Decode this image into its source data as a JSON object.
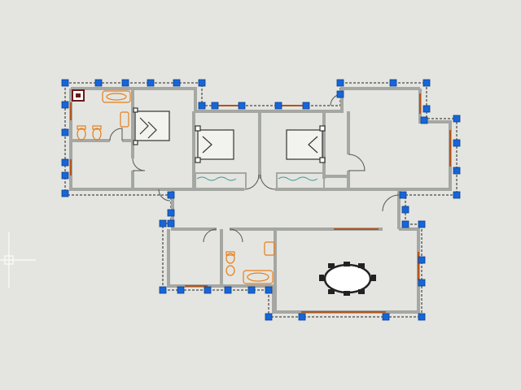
{
  "canvas": {
    "background": "#e4e5e0",
    "wall_color": "#a5a7a2",
    "grip_color": "#1766d8",
    "fixture_color": "#e67e1c",
    "window_color": "#b5541b",
    "furniture_color": "#333333",
    "bath_pattern_color": "#3a9a9a"
  },
  "selection": {
    "state": "selected",
    "grip_style": "square-grip"
  },
  "rooms": [
    {
      "id": "bedroom-master"
    },
    {
      "id": "bathroom-master"
    },
    {
      "id": "bedroom-2"
    },
    {
      "id": "bedroom-3"
    },
    {
      "id": "living-room"
    },
    {
      "id": "hallway"
    },
    {
      "id": "kitchen"
    },
    {
      "id": "bathroom-common"
    },
    {
      "id": "dining-room"
    }
  ],
  "cursor": {
    "type": "crosshair"
  }
}
